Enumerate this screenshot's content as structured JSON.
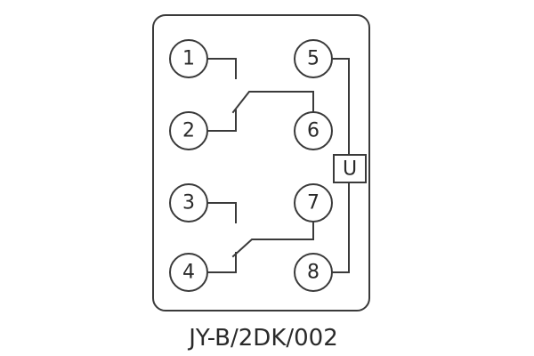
{
  "diagram": {
    "pins": {
      "p1": "1",
      "p2": "2",
      "p3": "3",
      "p4": "4",
      "p5": "5",
      "p6": "6",
      "p7": "7",
      "p8": "8"
    },
    "coil_label": "U",
    "model": "JY-B/2DK/002"
  }
}
